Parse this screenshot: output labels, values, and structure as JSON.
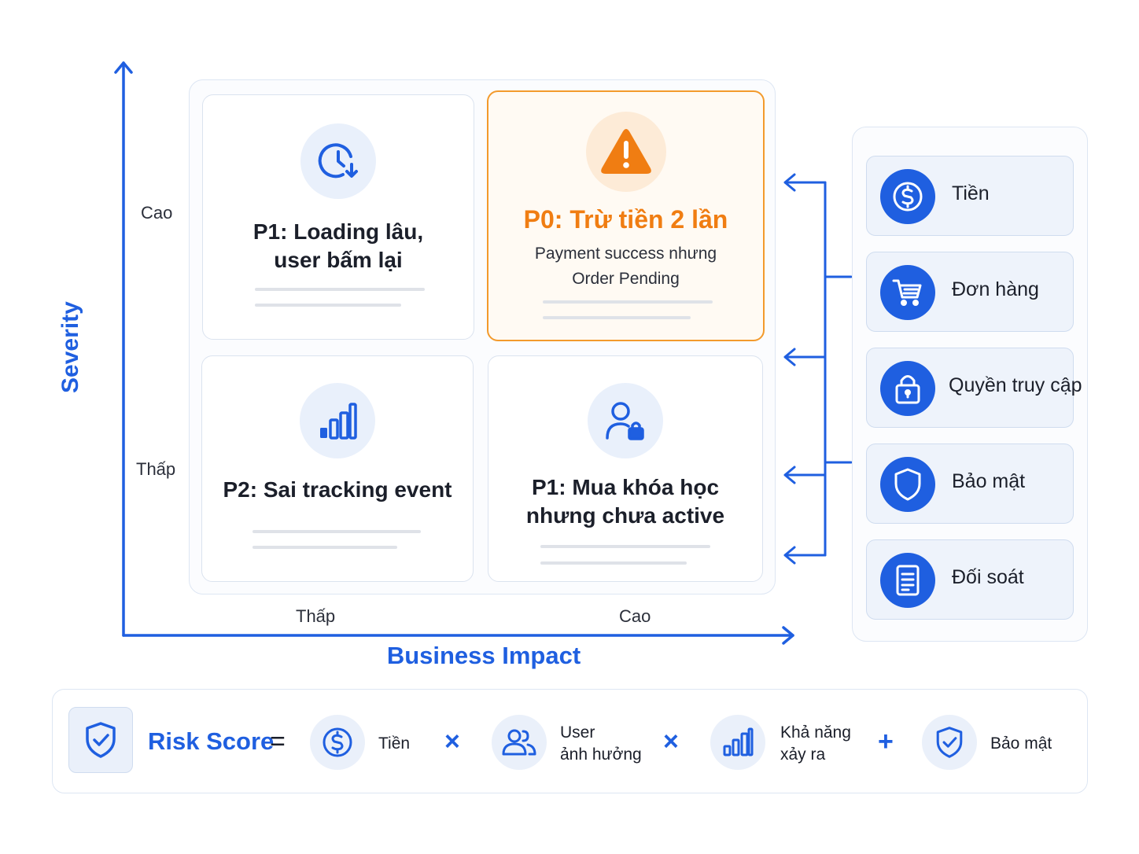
{
  "axes": {
    "y_title": "Severity",
    "x_title": "Business Impact",
    "y_high": "Cao",
    "y_low": "Thấp",
    "x_low": "Thấp",
    "x_high": "Cao"
  },
  "quadrants": {
    "top_left": {
      "title_line1": "P1: Loading lâu,",
      "title_line2": "user bấm lại",
      "icon": "clock-icon"
    },
    "top_right": {
      "title": "P0: Trừ tiền 2 lần",
      "sub_line1": "Payment success nhưng",
      "sub_line2": "Order Pending",
      "icon": "warning-icon",
      "accent": "#f07d12"
    },
    "bottom_left": {
      "title": "P2: Sai tracking event",
      "icon": "bar-chart-icon"
    },
    "bottom_right": {
      "title_line1": "P1: Mua khóa học",
      "title_line2": "nhưng chưa active",
      "icon": "user-lock-icon"
    }
  },
  "categories": [
    {
      "label": "Tiền",
      "icon": "dollar-icon"
    },
    {
      "label": "Đơn hàng",
      "icon": "cart-icon"
    },
    {
      "label": "Quyền truy cập",
      "icon": "lock-icon"
    },
    {
      "label": "Bảo mật",
      "icon": "shield-icon"
    },
    {
      "label": "Đối soát",
      "icon": "document-icon"
    }
  ],
  "formula": {
    "title": "Risk Score",
    "equals": "=",
    "times1": "×",
    "times2": "×",
    "plus": "+",
    "term1": "Tiền",
    "term2_line1": "User",
    "term2_line2": "ảnh hưởng",
    "term3_line1": "Khả năng",
    "term3_line2": "xảy ra",
    "term4": "Bảo mật"
  },
  "colors": {
    "primary": "#1f5fe0",
    "accent": "#f07d12"
  }
}
